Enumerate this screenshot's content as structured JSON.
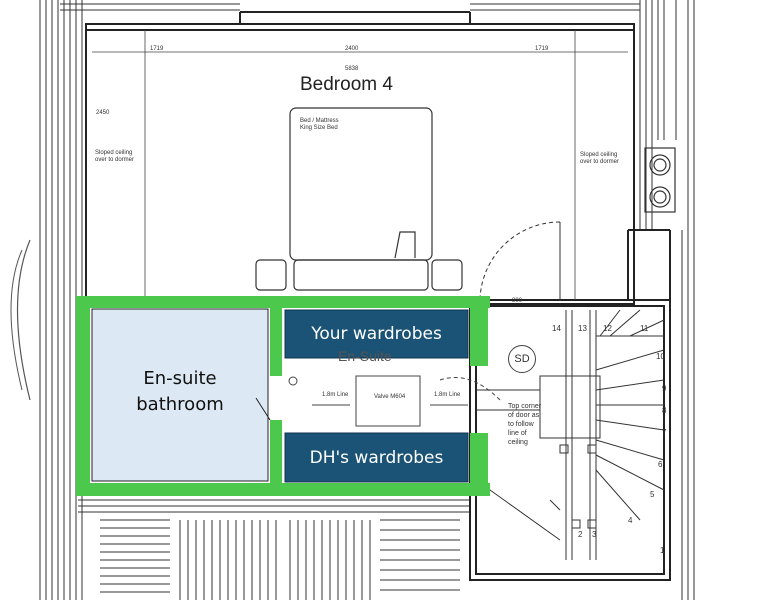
{
  "room_title": "Bedroom 4",
  "ensuite_label_line1": "En-suite",
  "ensuite_label_line2": "bathroom",
  "your_wardrobes": "Your wardrobes",
  "dh_wardrobes": "DH's wardrobes",
  "smoke_detector": "SD",
  "ensuite_underlay": "En-Suite",
  "dimensions": {
    "left": "1719",
    "center": "2400",
    "right": "1719",
    "overall": "5838",
    "height": "2450"
  },
  "small_text": {
    "bed_note": "Bed / Mattress King Size Bed",
    "left_wall_note": "Sloped ceiling over to dormer",
    "right_wall_note": "Sloped ceiling over to dormer",
    "line_left": "1.8m Line",
    "valve": "Valve M604",
    "line_right": "1.8m Line",
    "top_corner_note": "Top corner of door as to follow line of ceiling",
    "door_size": "800"
  },
  "stair_numbers": [
    "14",
    "13",
    "12",
    "11",
    "10",
    "9",
    "8",
    "7",
    "6",
    "5",
    "4",
    "3",
    "2",
    "1"
  ],
  "colors": {
    "highlight_green": "#4cc94c",
    "wardrobe_blue": "#1a5375",
    "ensuite_fill": "#dce8f4"
  }
}
